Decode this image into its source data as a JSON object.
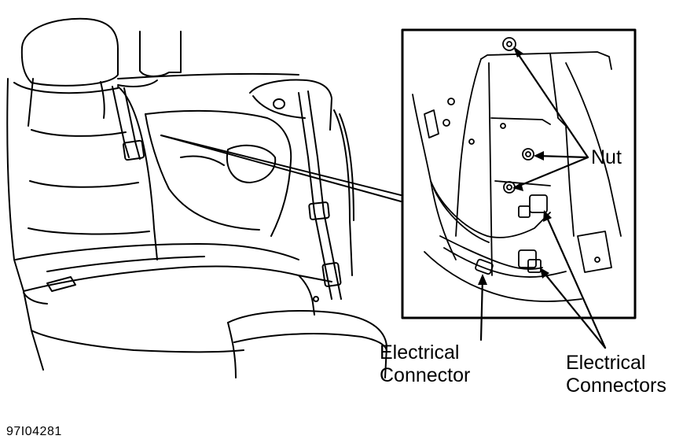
{
  "labels": {
    "nut": "Nut",
    "electrical_connector_line1": "Electrical",
    "electrical_connector_line2": "Connector",
    "electrical_connectors_line1": "Electrical",
    "electrical_connectors_line2": "Connectors"
  },
  "figure_id": "97I04281",
  "colors": {
    "line": "#000000",
    "background": "#ffffff"
  }
}
